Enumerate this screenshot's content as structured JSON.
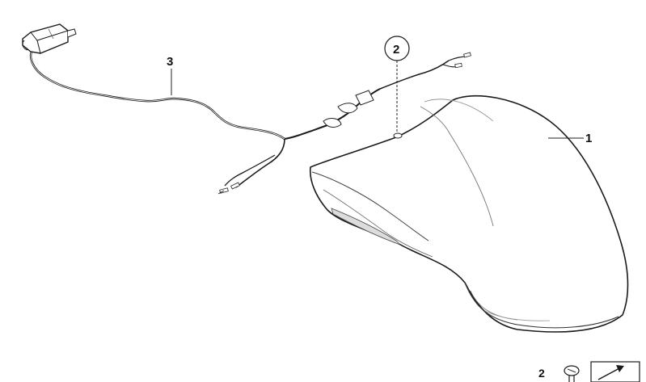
{
  "callouts": {
    "part1": "1",
    "part2": "2",
    "part3": "3"
  },
  "legend": {
    "item_number": "2"
  },
  "icons": {
    "cover": "mirror-cover-icon",
    "harness": "wiring-harness-icon",
    "connector": "connector-plug-icon",
    "screw": "screw-icon",
    "arrow": "diagram-arrow-icon"
  }
}
